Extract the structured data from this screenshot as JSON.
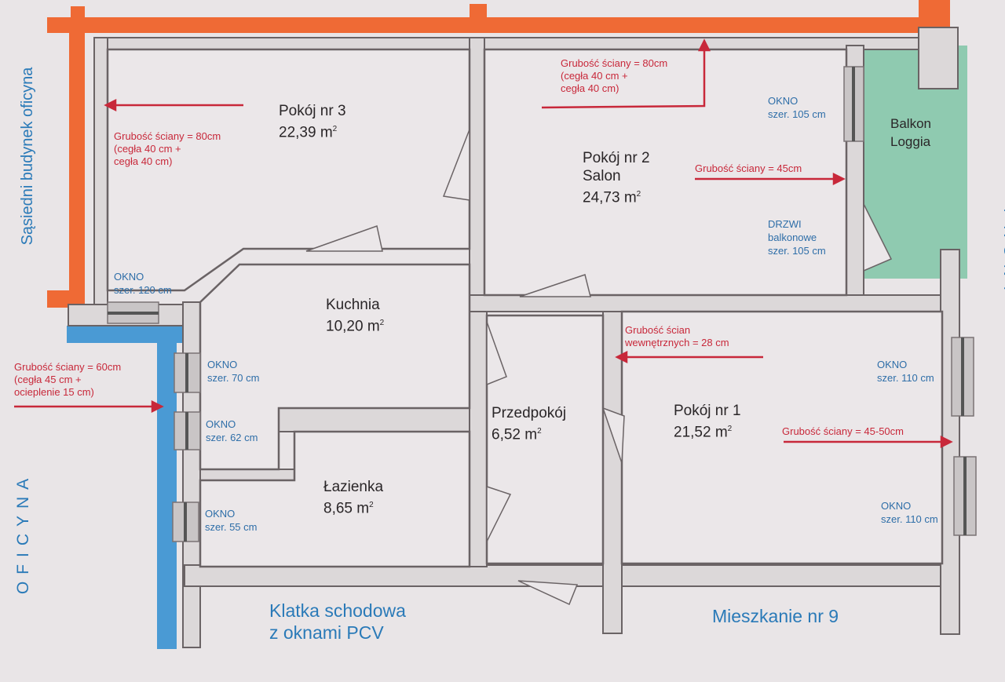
{
  "rooms": {
    "room3": {
      "name": "Pokój nr 3",
      "area": "22,39 m",
      "unit_sup": "2"
    },
    "room2": {
      "name": "Pokój nr 2",
      "subtitle": "Salon",
      "area": "24,73 m",
      "unit_sup": "2"
    },
    "kitchen": {
      "name": "Kuchnia",
      "area": "10,20 m",
      "unit_sup": "2"
    },
    "bathroom": {
      "name": "Łazienka",
      "area": "8,65 m",
      "unit_sup": "2"
    },
    "hall": {
      "name": "Przedpokój",
      "area": "6,52 m",
      "unit_sup": "2"
    },
    "room1": {
      "name": "Pokój nr 1",
      "area": "21,52 m",
      "unit_sup": "2"
    },
    "balcony": {
      "line1": "Balkon",
      "line2": "Loggia"
    }
  },
  "wall_notes": {
    "room3_wall": [
      "Grubość ściany = 80cm",
      "(cegła 40 cm +",
      "cegła 40 cm)"
    ],
    "room2_top_wall": [
      "Grubość ściany = 80cm",
      "(cegła 40 cm +",
      "cegła 40 cm)"
    ],
    "room2_right_wall": "Grubość ściany = 45cm",
    "internal_walls": [
      "Grubość ścian",
      "wewnętrznych  = 28 cm"
    ],
    "room1_right_wall": "Grubość ściany = 45-50cm",
    "left_wall": [
      "Grubość ściany = 60cm",
      "(cegła 45 cm +",
      "ocieplenie 15 cm)"
    ]
  },
  "windows": {
    "room3": [
      "OKNO",
      "szer. 120 cm"
    ],
    "room2": [
      "OKNO",
      "szer. 105 cm"
    ],
    "balcony_door": [
      "DRZWI",
      "balkonowe",
      "szer. 105 cm"
    ],
    "kitchen_1": [
      "OKNO",
      "szer. 70 cm"
    ],
    "kitchen_2": [
      "OKNO",
      "szer. 62 cm"
    ],
    "bathroom": [
      "OKNO",
      "szer. 55 cm"
    ],
    "room1_top": [
      "OKNO",
      "szer. 110 cm"
    ],
    "room1_bottom": [
      "OKNO",
      "szer. 110 cm"
    ]
  },
  "surroundings": {
    "neighbor_building": "Sąsiedni budynek oficyna",
    "oficyna": "OFICYNA",
    "staircase": [
      "Klatka schodowa",
      "z oknami PCV"
    ],
    "apartment9": "Mieszkanie nr 9",
    "front": "FRONT"
  },
  "colors": {
    "neighbor_wall": "#ef6a35",
    "insulated_wall": "#4a9ad4",
    "balcony": "#8fcab0",
    "annotation": "#c8283a",
    "label_blue": "#2e6ea8"
  }
}
